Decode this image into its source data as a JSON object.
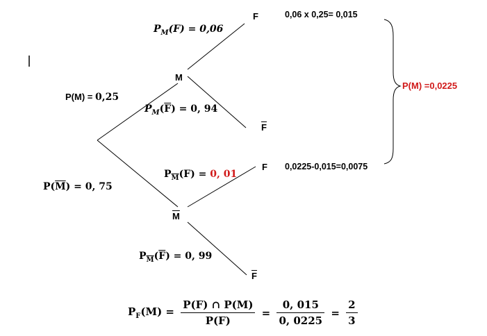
{
  "nodes": {
    "m": "M",
    "m_bar": "M",
    "f_top": "F",
    "f_bar_mid": "F",
    "f_second": "F",
    "f_bar_bottom": "F"
  },
  "edges": {
    "p_m": {
      "name": "P(M)",
      "value": "0,25"
    },
    "p_m_bar": {
      "name": "P(M) = 0, 75",
      "p": "P",
      "m": "M",
      "eq": "= 0, 75"
    },
    "pm_f": {
      "p": "P",
      "sub": "M",
      "f": "(F) = 0,06"
    },
    "pm_fbar": {
      "p": "P",
      "sub": "M",
      "open": "(",
      "fbar": "F",
      "close": ") = 0, 94"
    },
    "pmbar_f": {
      "p": "P",
      "sub": "M",
      "f": "(F) = ",
      "value": "0, 01"
    },
    "pmbar_fbar": {
      "p": "P",
      "sub": "M",
      "open": "(",
      "fbar": "F",
      "close": ") = 0, 99"
    }
  },
  "calc": {
    "top": "0,06 x 0,25= 0,015",
    "second": "0,0225-0,015=0,0075",
    "total": "P(M) =0,0225"
  },
  "formula": {
    "lhs_p": "P",
    "lhs_sub": "F",
    "lhs_rest": "(M) =",
    "num1": "P(F) ∩ P(M)",
    "den1": "P(F)",
    "eq2": "=",
    "num2": "0, 015",
    "den2": "0, 0225",
    "eq3": "=",
    "num3": "2",
    "den3": "3"
  },
  "colors": {
    "accent": "#d11a1a"
  }
}
